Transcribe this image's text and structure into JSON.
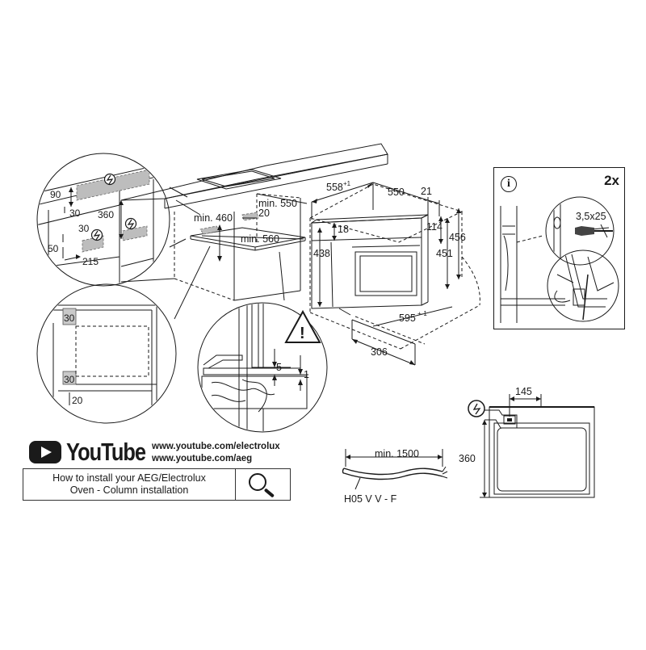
{
  "youtube": {
    "logo_text": "YouTube",
    "links": [
      "www.youtube.com/electrolux",
      "www.youtube.com/aeg"
    ],
    "howto_line1": "How to install your AEG/Electrolux",
    "howto_line2": "Oven - Column installation"
  },
  "info_box": {
    "info_symbol": "i",
    "multiplier": "2x",
    "screw_size": "3,5x25"
  },
  "detail_top_left": {
    "dims": [
      "90",
      "30",
      "360",
      "30",
      "50",
      "215"
    ]
  },
  "detail_bottom_left": {
    "dims": [
      "30",
      "30",
      "20"
    ]
  },
  "cabinet": {
    "min_550": "min. 550",
    "min_460": "min. 460",
    "min_560": "min. 560",
    "d20": "20"
  },
  "oven": {
    "w558": "558",
    "w558_tol": "+1",
    "d550": "550",
    "d21": "21",
    "h18": "18",
    "h114": "114",
    "h456": "456",
    "h438": "438",
    "h451": "451",
    "w595": "595",
    "w595_tol": "+-1",
    "d306": "306"
  },
  "detail_center": {
    "d5": "5",
    "d1": "1"
  },
  "cable": {
    "min_1500": "min. 1500",
    "spec": "H05 V V - F"
  },
  "socket": {
    "d145": "145",
    "d360": "360"
  },
  "warning_symbol": "!"
}
